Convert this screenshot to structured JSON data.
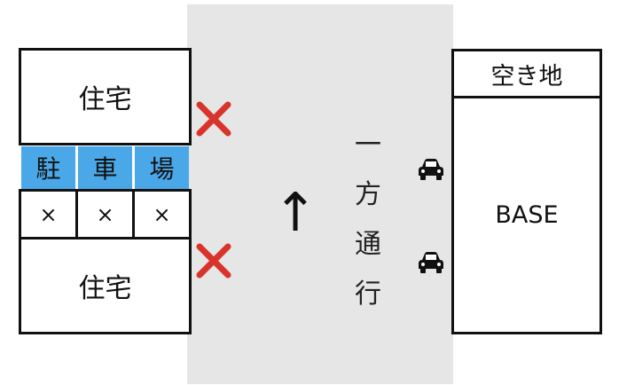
{
  "left_block": {
    "house_top": "住宅",
    "parking_labels": [
      "駐",
      "車",
      "場"
    ],
    "no_parking_marks": [
      "×",
      "×",
      "×"
    ],
    "house_bottom": "住宅"
  },
  "road": {
    "arrow": "↑",
    "label_chars": [
      "一",
      "方",
      "通",
      "行"
    ]
  },
  "right_block": {
    "vacant_lot": "空き地",
    "base": "BASE"
  },
  "icons": {
    "prohibited": "red-cross-icon",
    "car": "car-icon"
  },
  "colors": {
    "road": "#e6e6e6",
    "parking": "#4aa8e8",
    "cross": "#d9342b",
    "border": "#111111"
  }
}
